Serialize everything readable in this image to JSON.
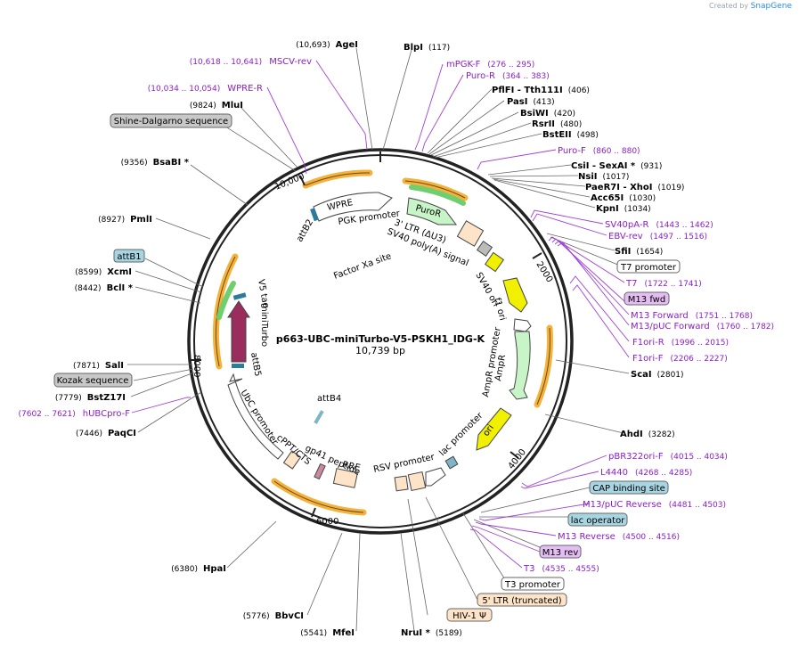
{
  "credit": {
    "prefix": "Created by",
    "brand": "SnapGene"
  },
  "title": "p663-UBC-miniTurbo-V5-PSKH1_IDG-K",
  "length": "10,739 bp",
  "colors": {
    "enzyme": "#000000",
    "primer": "#8b1ec8",
    "feature_orange": "#f4b13c",
    "green": "#3aa53a",
    "yellow": "#f0f000",
    "backbone": "#222222"
  },
  "ruler": [
    "10,000",
    "2000",
    "4000",
    "6000",
    "8000"
  ],
  "enzymes_right": [
    {
      "name": "BlpI",
      "pos": "(117)"
    },
    {
      "name": "PflFI  - Tth111I",
      "pos": "(406)"
    },
    {
      "name": "PasI",
      "pos": "(413)"
    },
    {
      "name": "BsiWI",
      "pos": "(420)"
    },
    {
      "name": "RsrII",
      "pos": "(480)"
    },
    {
      "name": "BstEII",
      "pos": "(498)"
    },
    {
      "name": "CsiI  - SexAI *",
      "pos": "(931)"
    },
    {
      "name": "NsiI",
      "pos": "(1017)"
    },
    {
      "name": "PaeR7I  - XhoI",
      "pos": "(1019)"
    },
    {
      "name": "Acc65I",
      "pos": "(1030)"
    },
    {
      "name": "KpnI",
      "pos": "(1034)"
    },
    {
      "name": "SfiI",
      "pos": "(1654)"
    },
    {
      "name": "ScaI",
      "pos": "(2801)"
    },
    {
      "name": "AhdI",
      "pos": "(3282)"
    },
    {
      "name": "NruI *",
      "pos": "(5189)"
    }
  ],
  "enzymes_left": [
    {
      "name": "AgeI",
      "pos": "(10,693)"
    },
    {
      "name": "MluI",
      "pos": "(9824)"
    },
    {
      "name": "BsaBI *",
      "pos": "(9356)"
    },
    {
      "name": "PmlI",
      "pos": "(8927)"
    },
    {
      "name": "XcmI",
      "pos": "(8599)"
    },
    {
      "name": "BclI *",
      "pos": "(8442)"
    },
    {
      "name": "SalI",
      "pos": "(7871)"
    },
    {
      "name": "BstZ17I",
      "pos": "(7779)"
    },
    {
      "name": "PaqCI",
      "pos": "(7446)"
    },
    {
      "name": "HpaI",
      "pos": "(6380)"
    },
    {
      "name": "BbvCI",
      "pos": "(5776)"
    },
    {
      "name": "MfeI",
      "pos": "(5541)"
    }
  ],
  "primers": [
    {
      "name": "MSCV-rev",
      "pos": "(10,618 .. 10,641)"
    },
    {
      "name": "WPRE-R",
      "pos": "(10,034 .. 10,054)"
    },
    {
      "name": "mPGK-F",
      "pos": "(276 .. 295)"
    },
    {
      "name": "Puro-R",
      "pos": "(364 .. 383)"
    },
    {
      "name": "Puro-F",
      "pos": "(860 .. 880)"
    },
    {
      "name": "SV40pA-R",
      "pos": "(1443 .. 1462)"
    },
    {
      "name": "EBV-rev",
      "pos": "(1497 .. 1516)"
    },
    {
      "name": "T7",
      "pos": "(1722 .. 1741)"
    },
    {
      "name": "M13 Forward",
      "pos": "(1751 .. 1768)"
    },
    {
      "name": "M13/pUC Forward",
      "pos": "(1760 .. 1782)"
    },
    {
      "name": "F1ori-R",
      "pos": "(1996 .. 2015)"
    },
    {
      "name": "F1ori-F",
      "pos": "(2206 .. 2227)"
    },
    {
      "name": "pBR322ori-F",
      "pos": "(4015 .. 4034)"
    },
    {
      "name": "L4440",
      "pos": "(4268 .. 4285)"
    },
    {
      "name": "M13/pUC Reverse",
      "pos": "(4481 .. 4503)"
    },
    {
      "name": "M13 Reverse",
      "pos": "(4500 .. 4516)"
    },
    {
      "name": "T3",
      "pos": "(4535 .. 4555)"
    },
    {
      "name": "hUBCpro-F",
      "pos": "(7602 .. 7621)"
    }
  ],
  "boxes": [
    {
      "name": "Shine-Dalgarno sequence"
    },
    {
      "name": "attB1"
    },
    {
      "name": "Kozak sequence"
    },
    {
      "name": "T7 promoter"
    },
    {
      "name": "M13 fwd"
    },
    {
      "name": "CAP binding site"
    },
    {
      "name": "lac operator"
    },
    {
      "name": "M13 rev"
    },
    {
      "name": "T3 promoter"
    },
    {
      "name": "5' LTR (truncated)"
    },
    {
      "name": "HIV-1 Ψ"
    }
  ],
  "features": [
    {
      "name": "WPRE"
    },
    {
      "name": "PGK promoter"
    },
    {
      "name": "PuroR"
    },
    {
      "name": "3' LTR (ΔU3)"
    },
    {
      "name": "SV40 poly(A) signal"
    },
    {
      "name": "attB2"
    },
    {
      "name": "Factor Xa site"
    },
    {
      "name": "SV40 ori"
    },
    {
      "name": "f1 ori"
    },
    {
      "name": "AmpR promoter"
    },
    {
      "name": "AmpR"
    },
    {
      "name": "ori"
    },
    {
      "name": "lac promoter"
    },
    {
      "name": "RSV promoter"
    },
    {
      "name": "RRE"
    },
    {
      "name": "gp41 peptide"
    },
    {
      "name": "cPPT/CTS"
    },
    {
      "name": "attB4"
    },
    {
      "name": "UbC promoter"
    },
    {
      "name": "attB5"
    },
    {
      "name": "miniTurbo"
    },
    {
      "name": "V5 tag"
    }
  ]
}
